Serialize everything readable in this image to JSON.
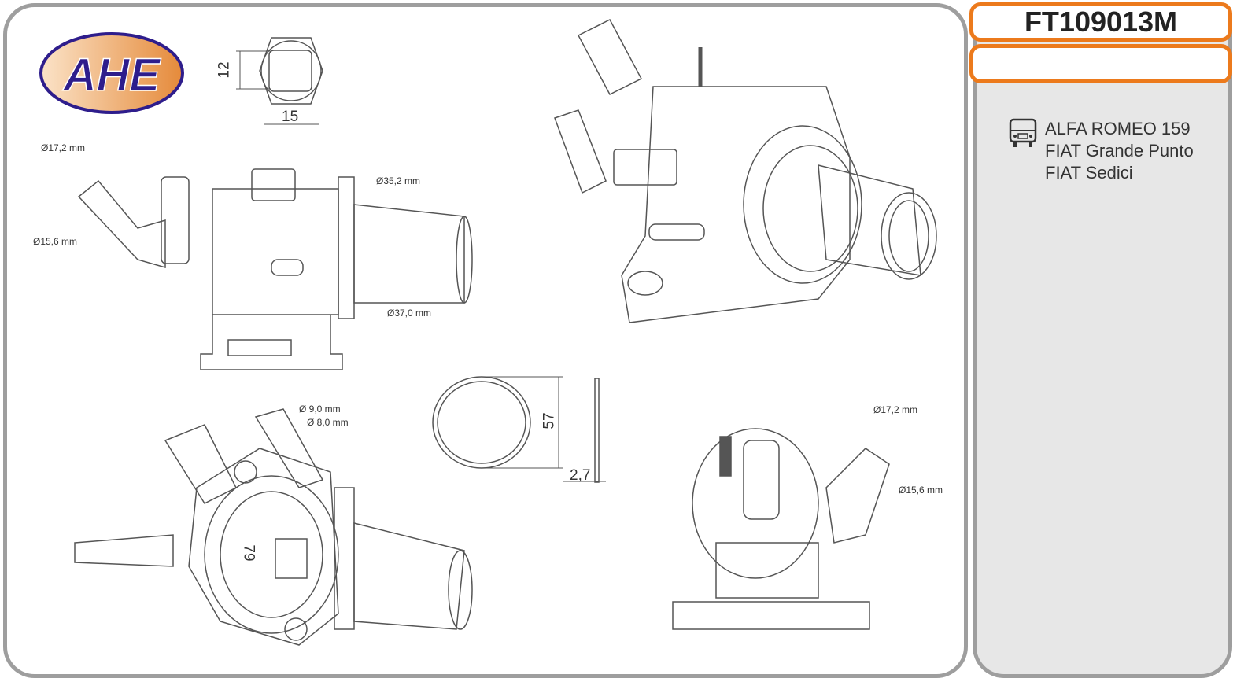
{
  "brand": {
    "logo_text": "AHE"
  },
  "product": {
    "code": "FT109013M",
    "secondary_code": ""
  },
  "applications": [
    "ALFA ROMEO 159",
    "FIAT Grande Punto",
    "FIAT Sedici"
  ],
  "dimensions": {
    "sensor_height": "12",
    "sensor_width": "15",
    "front_view": {
      "d1": "Ø17,2 mm",
      "d2": "Ø15,6 mm",
      "d3": "Ø35,2 mm",
      "d4": "Ø37,0 mm"
    },
    "bottom_view": {
      "d1": "Ø 9,0 mm",
      "d2": "Ø 8,0 mm",
      "height": "79"
    },
    "seal": {
      "diameter": "57",
      "thickness": "2,7"
    },
    "side_view": {
      "d1": "Ø17,2 mm",
      "d2": "Ø15,6 mm"
    }
  }
}
